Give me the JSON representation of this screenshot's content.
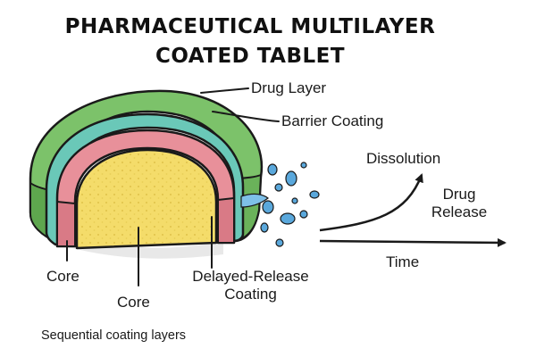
{
  "title": {
    "line1": "PHARMACEUTICAL MULTILAYER",
    "line2": "COATED TABLET"
  },
  "labels": {
    "drug_layer": "Drug Layer",
    "barrier_coating": "Barrier Coating",
    "core_left": "Core",
    "core_bottom": "Core",
    "delayed_release_line1": "Delayed-Release",
    "delayed_release_line2": "Coating",
    "dissolution": "Dissolution",
    "drug_release_line1": "Drug",
    "drug_release_line2": "Release",
    "time": "Time",
    "caption": "Sequential coating layers"
  },
  "colors": {
    "drug_layer": "#7cc26a",
    "barrier_coating": "#6ac8b8",
    "delayed_release": "#e8909a",
    "core": "#f4dc6a",
    "droplets": "#5aa8dc",
    "outline": "#1a1a1a"
  }
}
